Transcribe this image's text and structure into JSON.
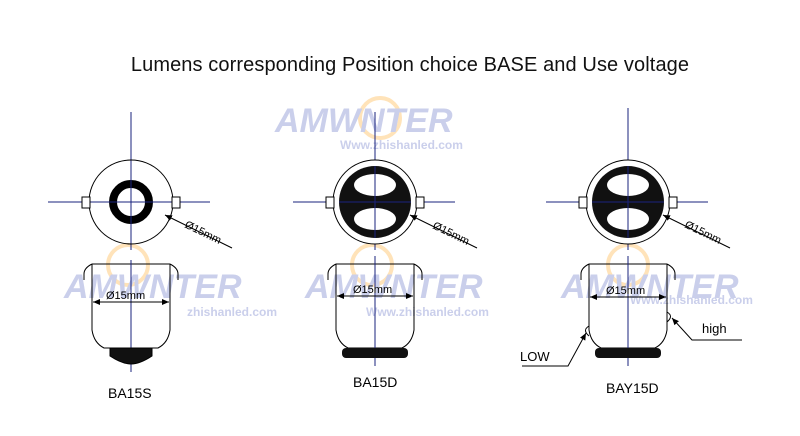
{
  "title": "Lumens corresponding Position choice BASE and Use voltage",
  "watermark": {
    "brand": "AMWNTER",
    "url": "Www.zhishanled.com",
    "url_short": "zhishanled.com"
  },
  "colors": {
    "line": "#000000",
    "axis": "#1a237e",
    "watermark_text": "#c5cae9",
    "watermark_sun": "#ffe0b2"
  },
  "bases": [
    {
      "label": "BA15S",
      "top_dim": "Ø15mm",
      "side_dim": "Ø15mm"
    },
    {
      "label": "BA15D",
      "top_dim": "Ø15mm",
      "side_dim": "Ø15mm"
    },
    {
      "label": "BAY15D",
      "top_dim": "Ø15mm",
      "side_dim": "Ø15mm",
      "pin_low": "LOW",
      "pin_high": "high"
    }
  ]
}
